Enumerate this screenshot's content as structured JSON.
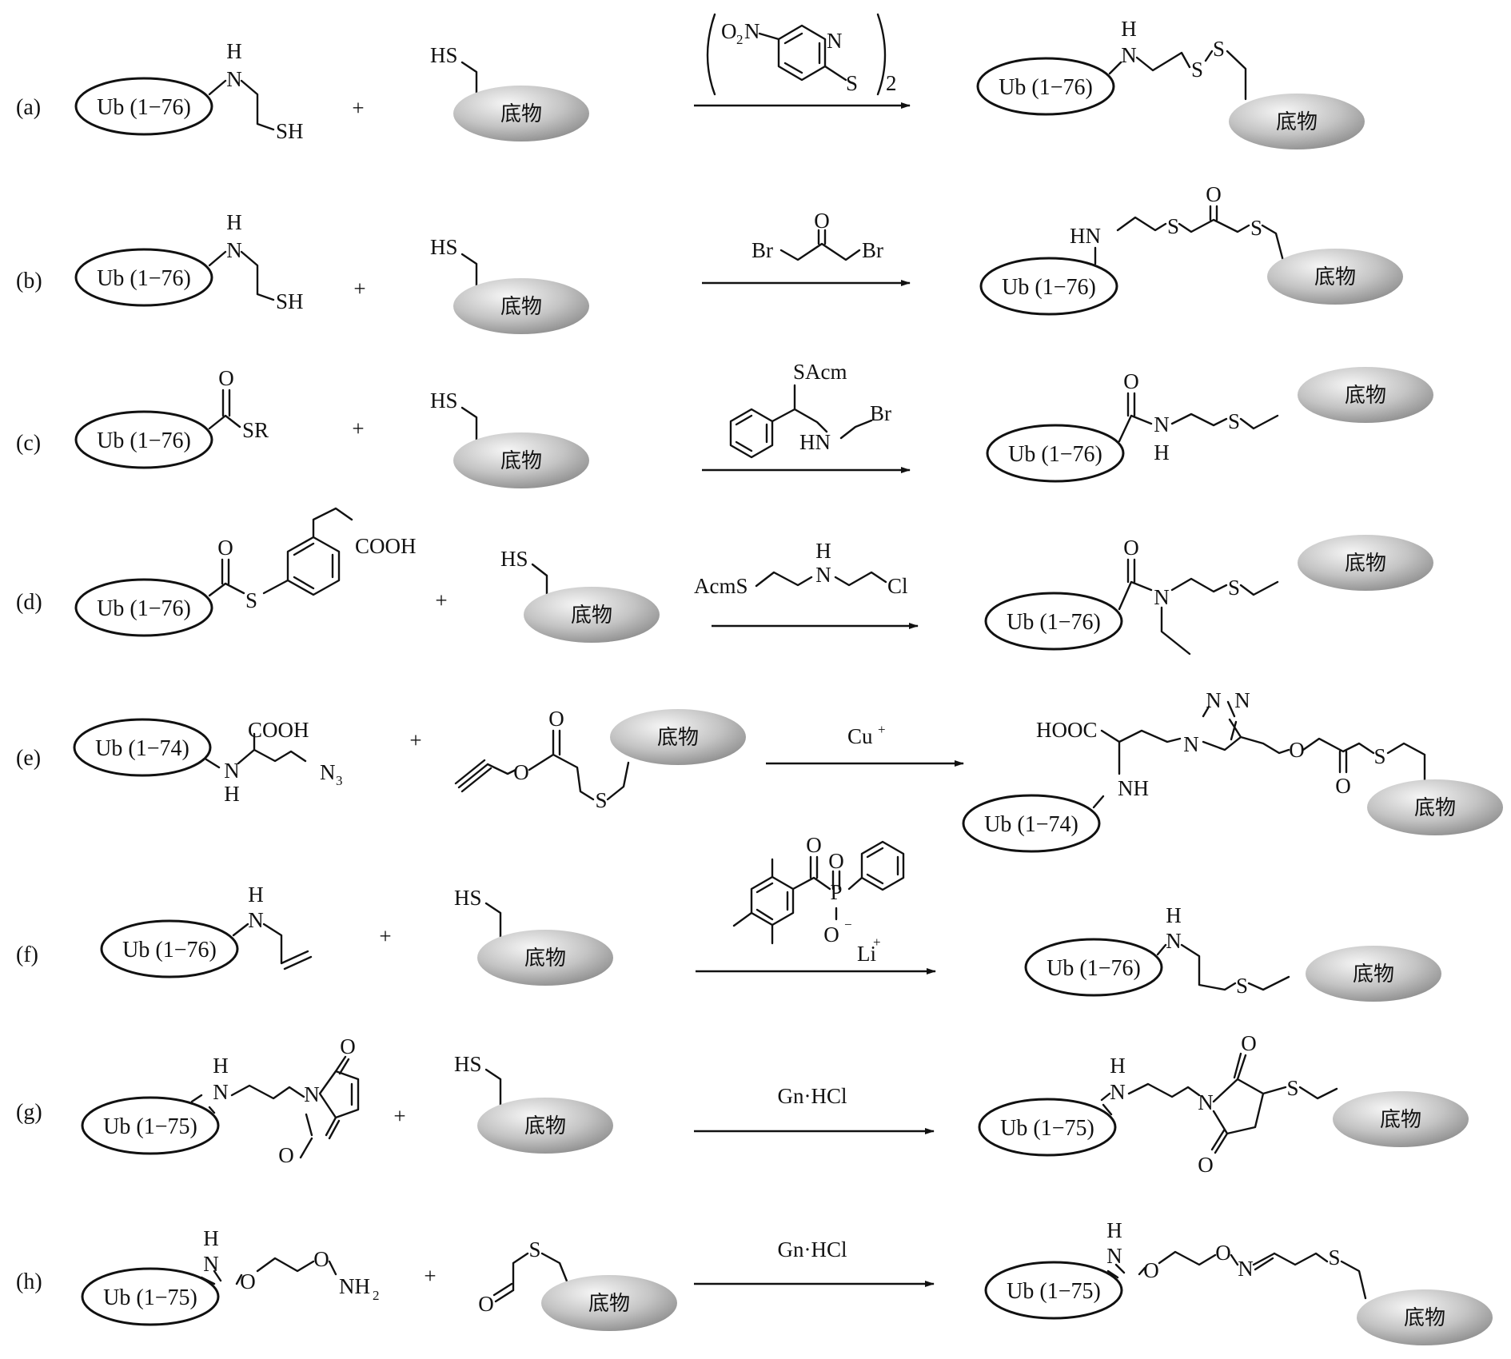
{
  "rows": [
    {
      "label": "(a)",
      "ub": "Ub (1−76)",
      "plus": "+",
      "ub_product": "Ub (1−76)",
      "substrate": "底物"
    },
    {
      "label": "(b)",
      "ub": "Ub (1−76)",
      "plus": "+",
      "ub_product": "Ub (1−76)",
      "substrate": "底物"
    },
    {
      "label": "(c)",
      "ub": "Ub (1−76)",
      "plus": "+",
      "ub_product": "Ub (1−76)",
      "substrate": "底物"
    },
    {
      "label": "(d)",
      "ub": "Ub (1−76)",
      "plus": "+",
      "ub_product": "Ub (1−76)",
      "substrate": "底物"
    },
    {
      "label": "(e)",
      "ub": "Ub (1−74)",
      "plus": "+",
      "ub_product": "Ub (1−74)",
      "substrate": "底物",
      "reagent": "Cu"
    },
    {
      "label": "(f)",
      "ub": "Ub (1−76)",
      "plus": "+",
      "ub_product": "Ub (1−76)",
      "substrate": "底物"
    },
    {
      "label": "(g)",
      "ub": "Ub (1−75)",
      "plus": "+",
      "ub_product": "Ub (1−75)",
      "substrate": "底物",
      "reagent": "Gn·HCl"
    },
    {
      "label": "(h)",
      "ub": "Ub (1−75)",
      "plus": "+",
      "ub_product": "Ub (1−75)",
      "substrate": "底物",
      "reagent": "Gn·HCl"
    }
  ],
  "atoms": {
    "H": "H",
    "N": "N",
    "NH": "NH",
    "HN": "HN",
    "S": "S",
    "SH": "SH",
    "HS": "HS",
    "O": "O",
    "SR": "SR",
    "Br": "Br",
    "Cl": "Cl",
    "SAcm": "SAcm",
    "AcmS": "AcmS",
    "COOH": "COOH",
    "HOOC": "HOOC",
    "N3": "N",
    "sub3": "3",
    "NH2": "NH",
    "sub2": "2",
    "O2": "O",
    "NO2_N": "N",
    "dimer": "2",
    "Li": "Li",
    "plus_charge": "+",
    "minus_charge": "−",
    "P": "P"
  }
}
